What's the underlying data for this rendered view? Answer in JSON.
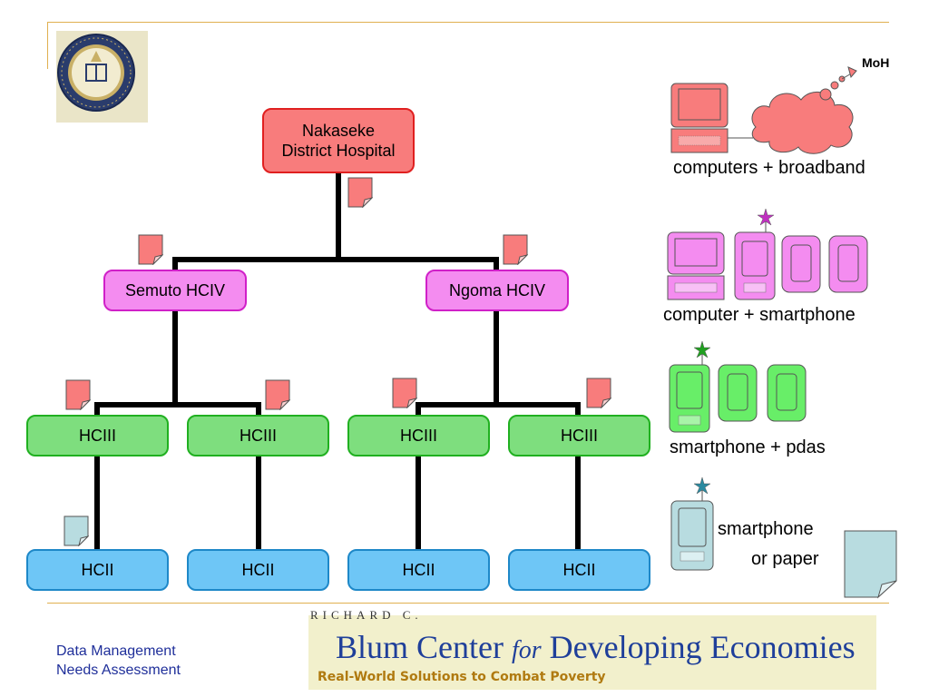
{
  "diagram": {
    "root": {
      "label": "Nakaseke District Hospital",
      "line1": "Nakaseke",
      "line2": "District Hospital"
    },
    "level2": [
      {
        "label": "Semuto HCIV"
      },
      {
        "label": "Ngoma HCIV"
      }
    ],
    "level3": [
      {
        "label": "HCIII"
      },
      {
        "label": "HCIII"
      },
      {
        "label": "HCIII"
      },
      {
        "label": "HCIII"
      }
    ],
    "level4": [
      {
        "label": "HCII"
      },
      {
        "label": "HCII"
      },
      {
        "label": "HCII"
      },
      {
        "label": "HCII"
      }
    ]
  },
  "legend": {
    "moh_label": "MoH",
    "items": [
      {
        "label": "computers + broadband",
        "color": "#f87c7c"
      },
      {
        "label": "computer + smartphone",
        "color": "#f48cf0"
      },
      {
        "label": "smartphone + pdas",
        "color": "#7ede7e"
      },
      {
        "label_line1": "smartphone",
        "label_line2": "or paper",
        "color": "#b8dce0"
      }
    ]
  },
  "footer": {
    "line1": "Data Management",
    "line2": "Needs Assessment",
    "logo": {
      "top_text": "RICHARD C.",
      "main_text": "Blum Center",
      "for_text": "for",
      "rest_text": "Developing Economies",
      "tagline": "Real-World Solutions to Combat Poverty"
    }
  },
  "colors": {
    "hospital": "#f87c7c",
    "hciv": "#f48cf0",
    "hciii": "#7ede7e",
    "hcii": "#6ec6f6",
    "rule": "#e0b050",
    "footer_text": "#1f2f9a",
    "logo_bg": "#f2f0cc"
  }
}
